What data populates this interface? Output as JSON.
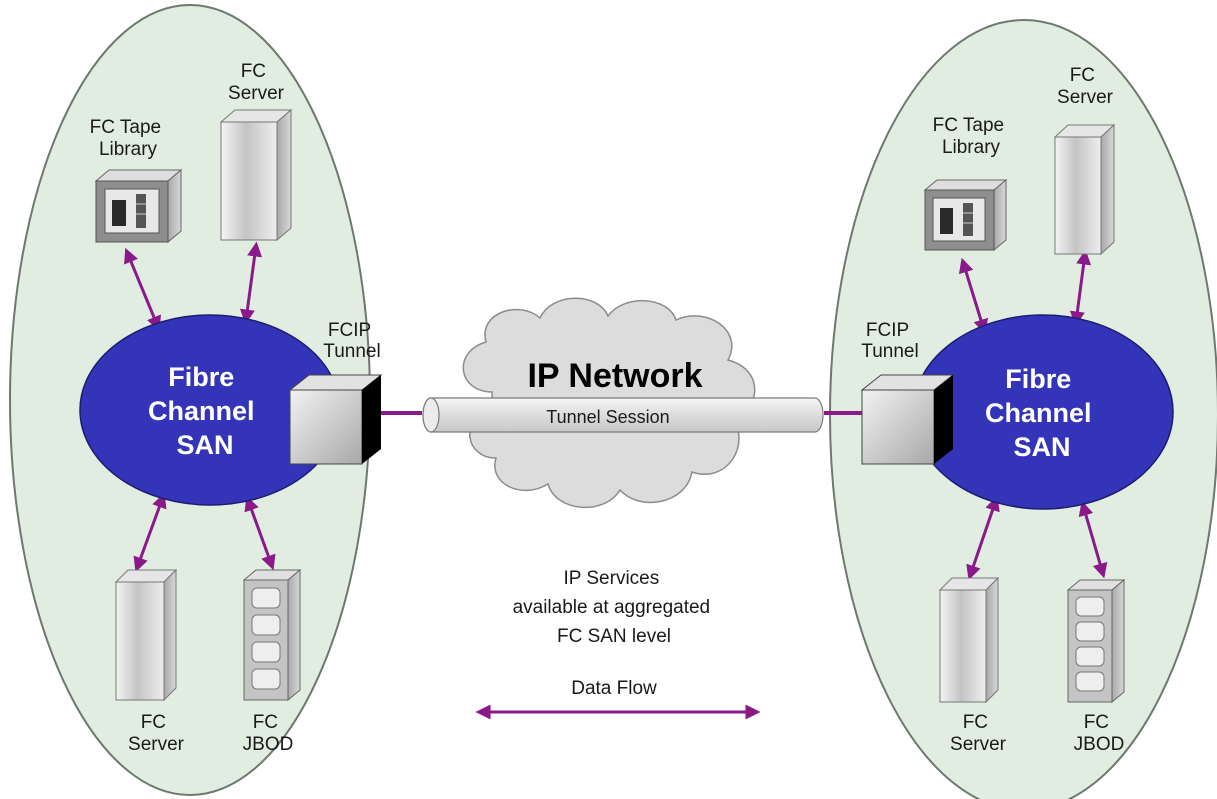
{
  "colors": {
    "domain_fill": "#e2ede2",
    "domain_stroke": "#6e786e",
    "san_fill": "#3434b8",
    "arrow": "#8a1a8a",
    "device": "#c9c9c9",
    "cloud": "#dcdcdc"
  },
  "left": {
    "san_label": [
      "Fibre",
      "Channel",
      "SAN"
    ],
    "tape_label": [
      "FC Tape",
      "Library"
    ],
    "server_top_label": [
      "FC",
      "Server"
    ],
    "tunnel_label": [
      "FCIP",
      "Tunnel"
    ],
    "server_bottom_label": [
      "FC",
      "Server"
    ],
    "jbod_label": [
      "FC",
      "JBOD"
    ]
  },
  "right": {
    "san_label": [
      "Fibre",
      "Channel",
      "SAN"
    ],
    "tape_label": [
      "FC Tape",
      "Library"
    ],
    "server_top_label": [
      "FC",
      "Server"
    ],
    "tunnel_label": [
      "FCIP",
      "Tunnel"
    ],
    "server_bottom_label": [
      "FC",
      "Server"
    ],
    "jbod_label": [
      "FC",
      "JBOD"
    ]
  },
  "network": {
    "title": "IP Network",
    "tunnel_session": "Tunnel Session"
  },
  "notes": {
    "ip_services": [
      "IP Services",
      "available at aggregated",
      "FC SAN level"
    ],
    "data_flow": "Data Flow"
  }
}
